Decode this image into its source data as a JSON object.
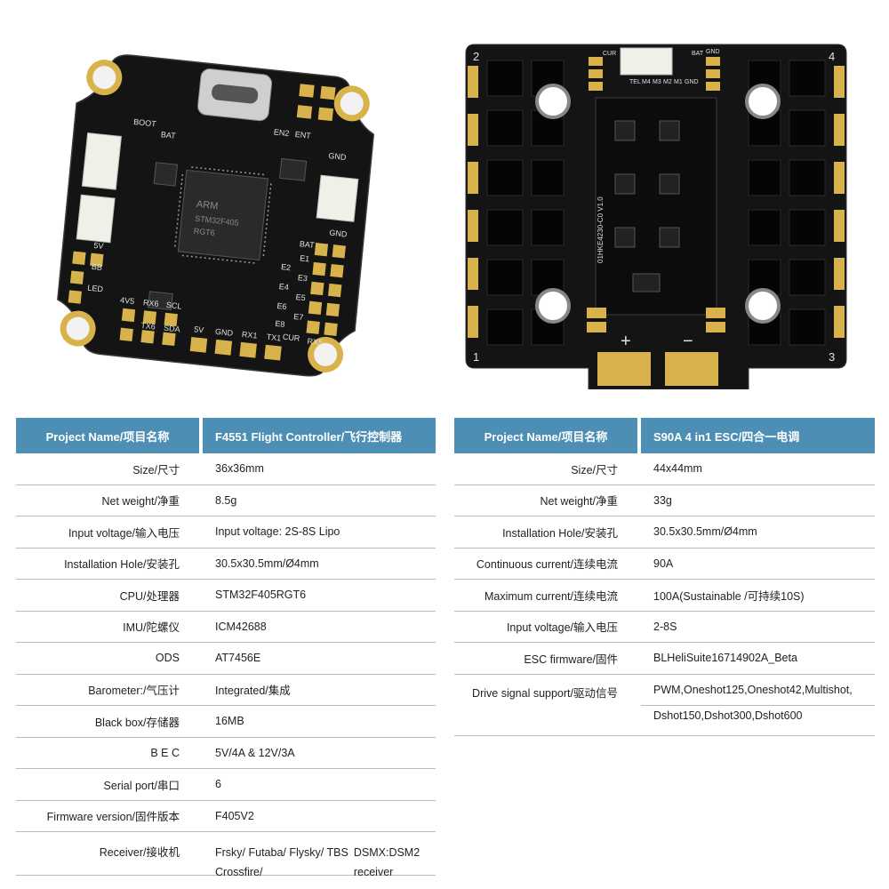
{
  "fc_board": {
    "silkscreen": [
      "BOOT",
      "BAT",
      "ENT",
      "EN2",
      "GND",
      "GND",
      "BAT",
      "E1",
      "E2",
      "E3",
      "E4",
      "E5",
      "E6",
      "E7",
      "E8",
      "CUR",
      "RX5",
      "5V",
      "BB",
      "LED",
      "4V5",
      "RX6",
      "SCL",
      "TX6",
      "SDA",
      "5V",
      "GND",
      "RX1",
      "TX1",
      "ARM",
      "STM32F405",
      "RGT6"
    ]
  },
  "esc_board": {
    "corner_numbers": [
      "2",
      "4",
      "1",
      "3"
    ],
    "pad_labels": [
      "CUR",
      "TEL",
      "M4",
      "M3",
      "M2",
      "M1",
      "GND",
      "BAT",
      "GND"
    ],
    "board_id": "01HKE4230-C0 V1.0",
    "polarity": [
      "+",
      "−"
    ]
  },
  "fc_table": {
    "header_name": "Project Name/项目名称",
    "header_value": "F4551  Flight Controller/飞行控制器",
    "rows": [
      {
        "label": "Size/尺寸",
        "value": "36x36mm"
      },
      {
        "label": "Net weight/净重",
        "value": "8.5g"
      },
      {
        "label": "Input voltage/输入电压",
        "value": "Input voltage: 2S-8S Lipo"
      },
      {
        "label": "Installation Hole/安装孔",
        "value": "30.5x30.5mm/Ø4mm"
      },
      {
        "label": "CPU/处理器",
        "value": "STM32F405RGT6"
      },
      {
        "label": "IMU/陀螺仪",
        "value": "ICM42688"
      },
      {
        "label": "ODS",
        "value": "AT7456E"
      },
      {
        "label": "Barometer:/气压计",
        "value": "Integrated/集成"
      },
      {
        "label": "Black box/存储器",
        "value": "16MB"
      },
      {
        "label": "B E C",
        "value": "5V/4A & 12V/3A"
      },
      {
        "label": "Serial port/串口",
        "value": "6"
      },
      {
        "label": "Firmware version/固件版本",
        "value": "F405V2"
      },
      {
        "label": "Receiver/接收机",
        "value": "Frsky/ Futaba/ Flysky/ TBS Crossfire/",
        "value2": "DSMX:DSM2 receiver"
      }
    ]
  },
  "esc_table": {
    "header_name": "Project Name/项目名称",
    "header_value": "S90A 4 in1 ESC/四合一电调",
    "rows": [
      {
        "label": "Size/尺寸",
        "value": "44x44mm"
      },
      {
        "label": "Net weight/净重",
        "value": "33g"
      },
      {
        "label": "Installation Hole/安装孔",
        "value": "30.5x30.5mm/Ø4mm"
      },
      {
        "label": "Continuous current/连续电流",
        "value": "90A"
      },
      {
        "label": "Maximum current/连续电流",
        "value": "100A(Sustainable /可持续10S)"
      },
      {
        "label": "Input voltage/输入电压",
        "value": "2-8S"
      },
      {
        "label": "ESC firmware/固件",
        "value": "BLHeliSuite16714902A_Beta"
      },
      {
        "label": "Drive signal support/驱动信号",
        "value": "PWM,Oneshot125,Oneshot42,Multishot,",
        "value2": "Dshot150,Dshot300,Dshot600"
      }
    ]
  },
  "colors": {
    "header_bg": "#4d8fb4",
    "pcb": "#141414",
    "gold": "#d8b24a"
  }
}
